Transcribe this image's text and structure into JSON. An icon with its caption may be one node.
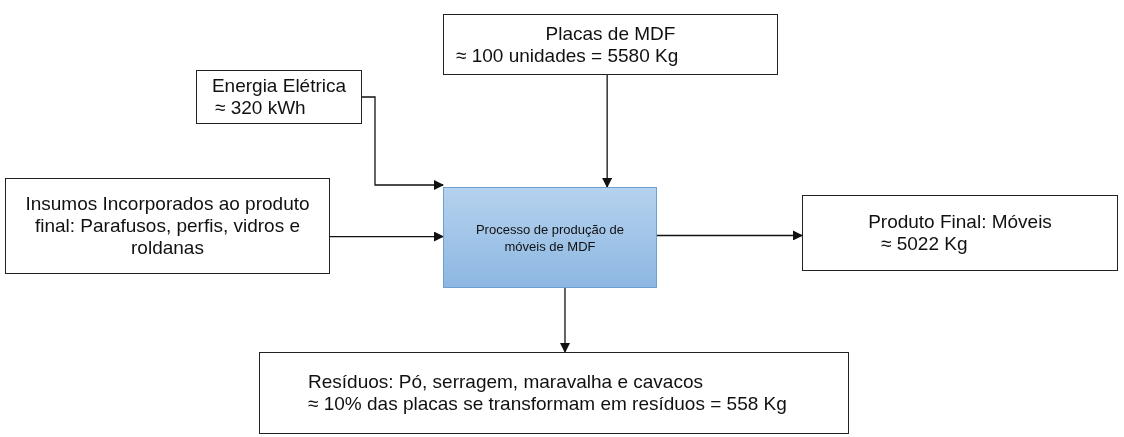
{
  "diagram": {
    "nodes": [
      {
        "text": [
          "Placas de MDF",
          "≈ 100 unidades = 5580 Kg"
        ]
      },
      {
        "text": [
          "Energia Elétrica",
          "≈ 320 kWh"
        ]
      },
      {
        "text": [
          "Insumos Incorporados ao produto final: Parafusos, perfis, vidros e roldanas"
        ]
      },
      {
        "text": [
          "Processo de produção de móveis de MDF"
        ]
      },
      {
        "text": [
          "Produto Final: Móveis",
          "≈ 5022 Kg"
        ]
      },
      {
        "text": [
          "Resíduos: Pó, serragem, maravalha e cavacos",
          "≈ 10% das placas se transformam em resíduos = 558 Kg"
        ]
      }
    ],
    "edges": [
      {
        "from": 0,
        "to": 3,
        "arrow": "to"
      },
      {
        "from": 1,
        "to": 3,
        "arrow": "to"
      },
      {
        "from": 2,
        "to": 3,
        "arrow": "to"
      },
      {
        "from": 3,
        "to": 4,
        "arrow": "to"
      },
      {
        "from": 3,
        "to": 5,
        "arrow": "to"
      }
    ]
  }
}
